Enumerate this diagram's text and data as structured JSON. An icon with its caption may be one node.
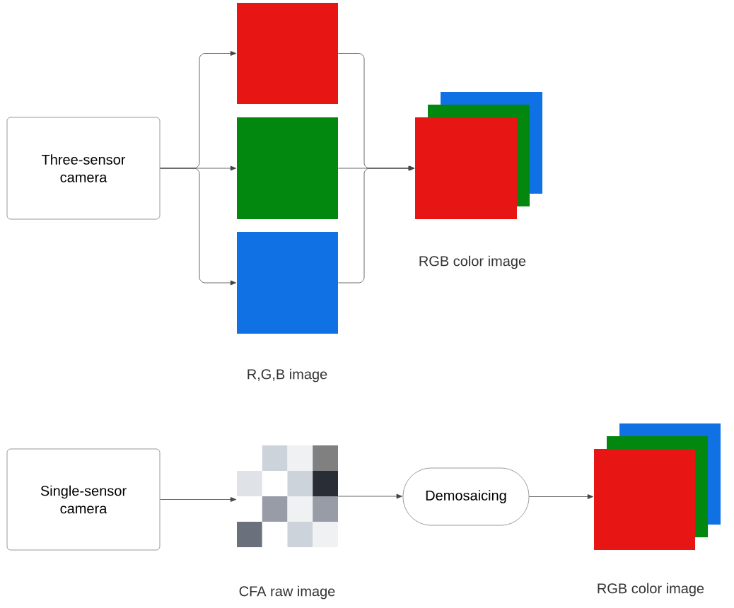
{
  "diagram": {
    "nodes": [
      {
        "text": [
          "Three-sensor camera"
        ]
      },
      {
        "text": [],
        "shape": "box"
      },
      {
        "text": [],
        "shape": "box"
      },
      {
        "text": [],
        "shape": "box"
      },
      {
        "text": [],
        "shape": "box",
        "beside": [
          "RGB color image"
        ]
      },
      {
        "text": [
          "Single-sensor camera"
        ]
      },
      {
        "text": [],
        "shape": "box",
        "beside": [
          "CFA raw image"
        ]
      },
      {
        "text": [
          "Demosaicing"
        ]
      },
      {
        "text": [],
        "shape": "box",
        "beside": [
          "RGB color image"
        ]
      }
    ],
    "edges": [
      {
        "from": 0,
        "to": 1,
        "arrow": "to"
      },
      {
        "from": 0,
        "to": 2,
        "arrow": "to"
      },
      {
        "from": 0,
        "to": 3,
        "arrow": "to"
      },
      {
        "from": 1,
        "to": 4,
        "arrow": "to"
      },
      {
        "from": 2,
        "to": 4,
        "arrow": "to"
      },
      {
        "from": 3,
        "to": 4,
        "arrow": "to"
      },
      {
        "from": 5,
        "to": 6,
        "arrow": "to"
      },
      {
        "from": 6,
        "to": 7,
        "arrow": "to"
      },
      {
        "from": 7,
        "to": 8,
        "arrow": "to"
      }
    ],
    "labels": [
      "R,G,B image"
    ]
  }
}
